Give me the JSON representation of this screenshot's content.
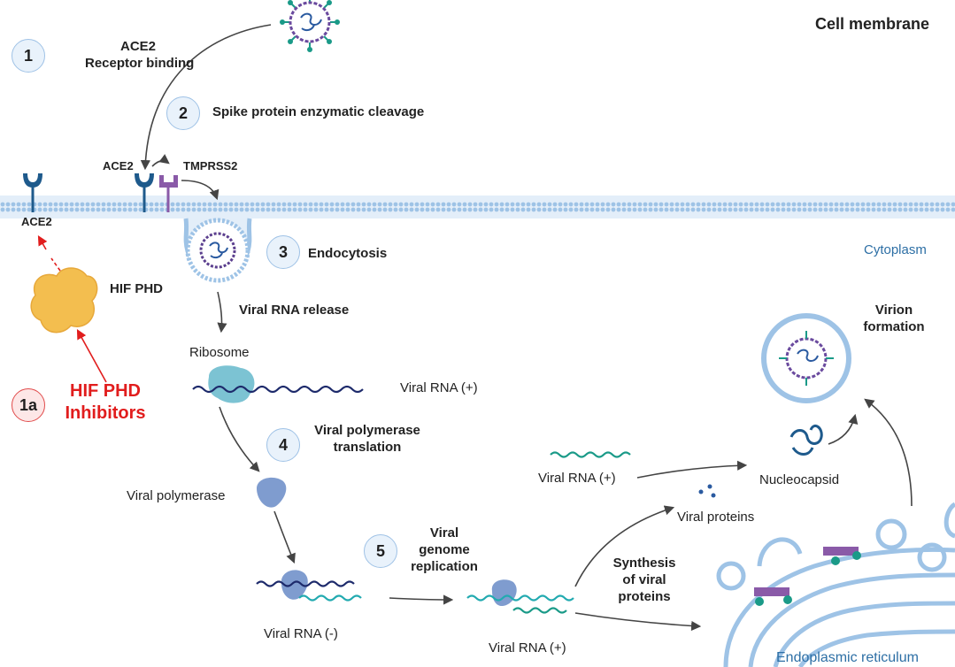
{
  "header": {
    "cell_membrane": "Cell membrane",
    "cytoplasm": "Cytoplasm",
    "er": "Endoplasmic reticulum"
  },
  "steps": [
    {
      "num": "1",
      "text": [
        "ACE2",
        "Receptor binding"
      ]
    },
    {
      "num": "2",
      "text": [
        "Spike protein enzymatic cleavage"
      ]
    },
    {
      "num": "3",
      "text": [
        "Endocytosis"
      ]
    },
    {
      "num": "4",
      "text": [
        "Viral polymerase",
        "translation"
      ]
    },
    {
      "num": "5",
      "text": [
        "Viral",
        "genome",
        "replication"
      ]
    },
    {
      "num": "1a",
      "text": [
        "HIF PHD",
        "Inhibitors"
      ]
    }
  ],
  "labels": {
    "ace2_left": "ACE2",
    "ace2_top": "ACE2",
    "tmprss2": "TMPRSS2",
    "hif_phd": "HIF PHD",
    "viral_rna_release": "Viral RNA release",
    "ribosome": "Ribosome",
    "viral_rna_plus_1": "Viral RNA  (+)",
    "viral_polymerase": "Viral polymerase",
    "viral_rna_minus": "Viral RNA (-)",
    "viral_rna_plus_2": "Viral RNA (+)",
    "viral_rna_plus_3": "Viral RNA (+)",
    "nucleocapsid": "Nucleocapsid",
    "viral_proteins": "Viral proteins",
    "synthesis": [
      "Synthesis",
      "of viral",
      "proteins"
    ],
    "virion": [
      "Virion",
      "formation"
    ]
  },
  "colors": {
    "membrane": "#9ec3e6",
    "receptor": "#1e5a8c",
    "tmprss2": "#8a5aa8",
    "hif": "#f3be4f",
    "ribosome": "#7cc3d3",
    "polymerase": "#7f9ccf",
    "rna_dark": "#1d2a6b",
    "rna_teal": "#22aab0",
    "virus_spike": "#1a9a88",
    "inhibitor_red": "#e11d1d"
  }
}
